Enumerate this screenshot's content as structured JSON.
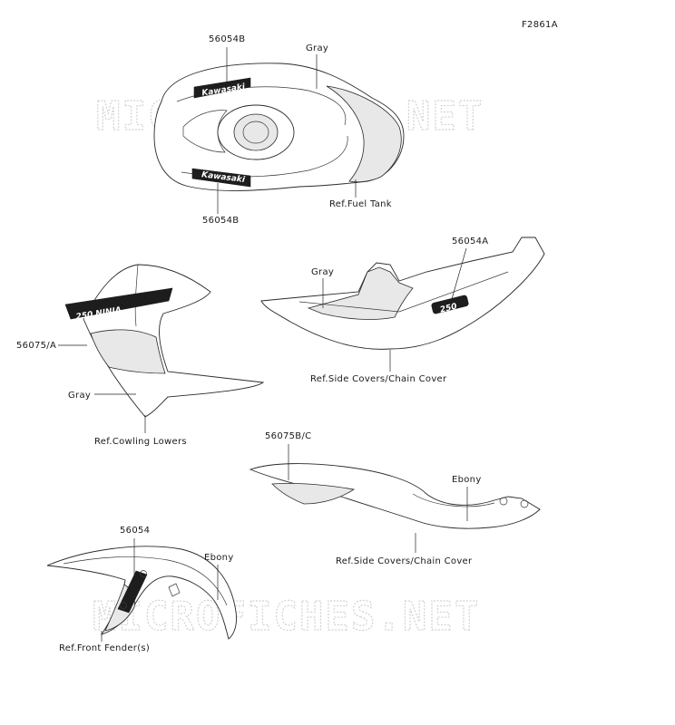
{
  "figure_code": "F2861A",
  "watermark": "MICROFICHES.NET",
  "tank": {
    "part_top": "56054B",
    "color": "Gray",
    "part_bottom": "56054B",
    "ref": "Ref.Fuel Tank",
    "decal_brand": "Kawasaki"
  },
  "side_cover_upper": {
    "part": "56054A",
    "color": "Gray",
    "ref": "Ref.Side Covers/Chain Cover",
    "decal": "250"
  },
  "cowling": {
    "part": "56075/A",
    "color": "Gray",
    "ref": "Ref.Cowling Lowers",
    "decal": "250 NINJA"
  },
  "side_cover_lower": {
    "part": "56075B/C",
    "color": "Ebony",
    "ref": "Ref.Side Covers/Chain Cover"
  },
  "fender": {
    "part": "56054",
    "color": "Ebony",
    "ref": "Ref.Front Fender(s)"
  }
}
